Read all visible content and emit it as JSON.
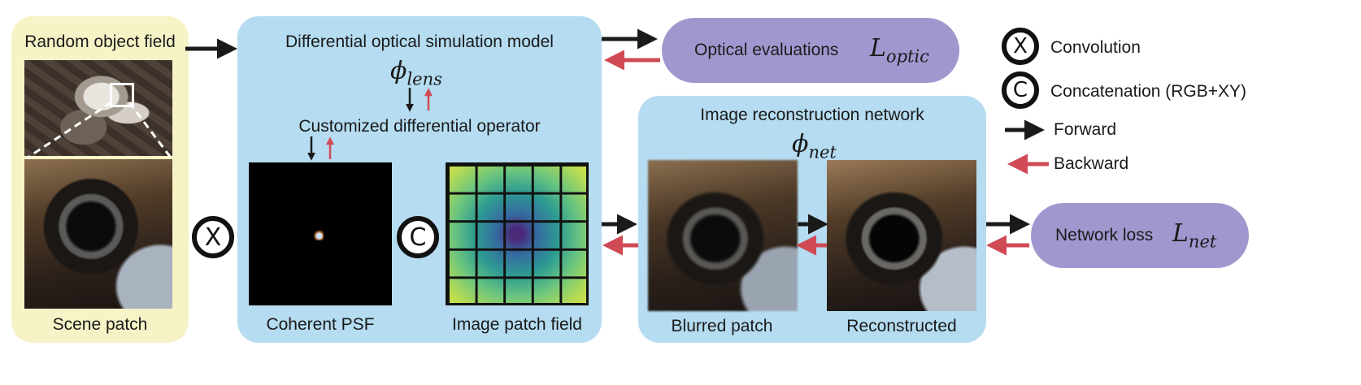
{
  "scene": {
    "title": "Random object field",
    "caption": "Scene patch"
  },
  "optics": {
    "title": "Differential optical simulation model",
    "phi": "ϕ",
    "phi_sub": "lens",
    "operator_label": "Customized differential operator",
    "psf_caption": "Coherent PSF",
    "field_caption": "Image patch field"
  },
  "optical_eval": {
    "label": "Optical evaluations",
    "math": "L",
    "math_sub": "optic"
  },
  "network": {
    "title": "Image reconstruction network",
    "phi": "ϕ",
    "phi_sub": "net",
    "blurred_caption": "Blurred patch",
    "recon_caption": "Reconstructed"
  },
  "network_loss": {
    "label": "Network loss",
    "math": "L",
    "math_sub": "net"
  },
  "symbols": {
    "convolution": "X",
    "concatenation": "C"
  },
  "legend": {
    "convolution": "Convolution",
    "concatenation": "Concatenation (RGB+XY)",
    "forward": "Forward",
    "backward": "Backward"
  },
  "colors": {
    "scene_panel": "#f6f3c7",
    "optics_panel": "#b5dcf0",
    "pill": "#9f98cf",
    "forward": "#1a1a1a",
    "backward": "#d04a55"
  }
}
